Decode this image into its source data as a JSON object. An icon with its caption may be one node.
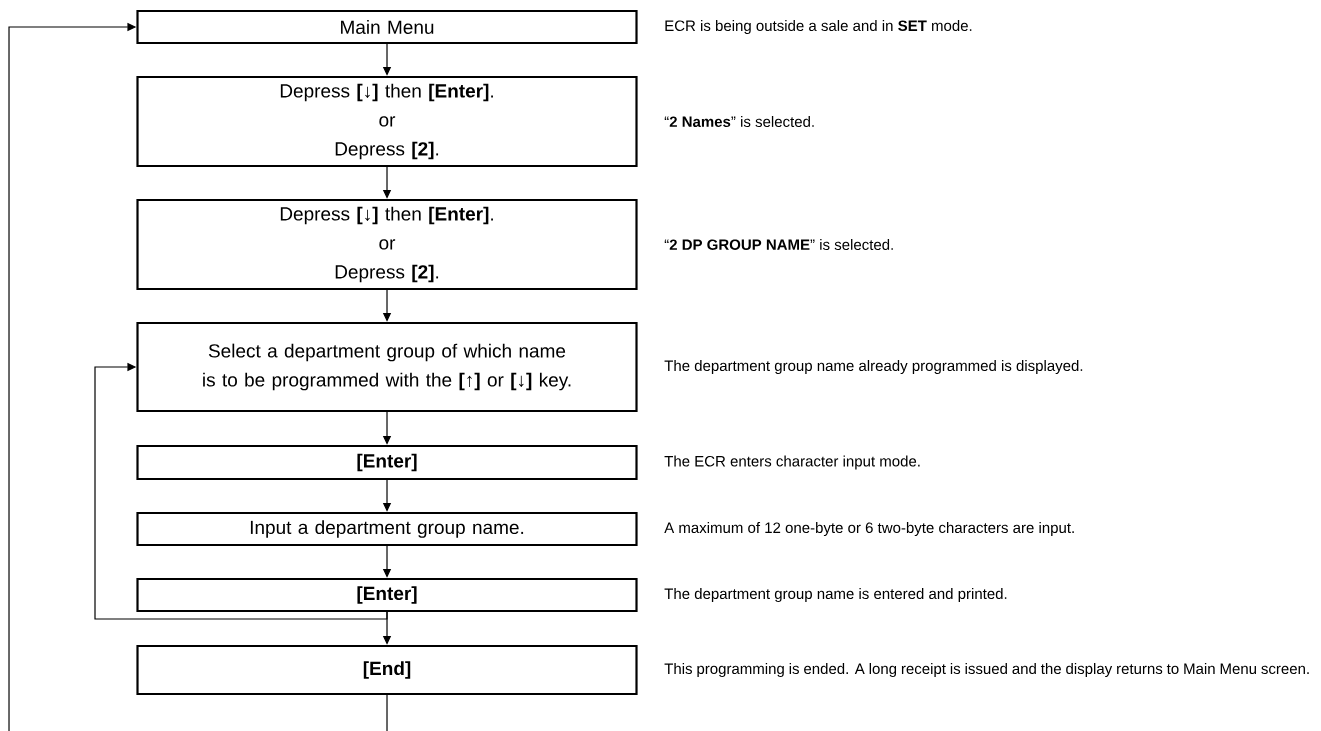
{
  "diagram": {
    "nodes": [
      {
        "text": [
          "Main Menu"
        ],
        "beside": [
          "ECR is being outside a sale and in **SET** mode."
        ]
      },
      {
        "text": [
          "Depress **[↓]** then **[Enter]**.",
          "or",
          "Depress **[2]**."
        ],
        "beside": [
          "“**2 Names**” is selected."
        ]
      },
      {
        "text": [
          "Depress **[↓]** then **[Enter]**.",
          "or",
          "Depress **[2]**."
        ],
        "beside": [
          "“**2 DP GROUP NAME**” is selected."
        ]
      },
      {
        "text": [
          "Select a department group of which name is to be programmed with the **[↑]** or **[↓]** key."
        ],
        "beside": [
          "The department group name already programmed is displayed."
        ]
      },
      {
        "text": [
          "[Enter]"
        ],
        "beside": [
          "The ECR enters character input mode."
        ]
      },
      {
        "text": [
          "Input a department group name."
        ],
        "beside": [
          "A maximum of 12 one-byte or 6 two-byte characters are input."
        ]
      },
      {
        "text": [
          "[Enter]"
        ],
        "beside": [
          "The department group name is entered and printed."
        ]
      },
      {
        "text": [
          "[End]"
        ],
        "beside": [
          "This programming is ended.  A long receipt is issued and the display returns to Main Menu screen."
        ]
      }
    ],
    "edges": [
      {
        "from": 0,
        "to": 1,
        "arrow": "to"
      },
      {
        "from": 1,
        "to": 2,
        "arrow": "to"
      },
      {
        "from": 2,
        "to": 3,
        "arrow": "to"
      },
      {
        "from": 3,
        "to": 4,
        "arrow": "to"
      },
      {
        "from": 4,
        "to": 5,
        "arrow": "to"
      },
      {
        "from": 5,
        "to": 6,
        "arrow": "to"
      },
      {
        "from": 6,
        "to": 7,
        "arrow": "to"
      },
      {
        "from": 6,
        "to": 3,
        "arrow": "to"
      },
      {
        "from": 7,
        "to": 0,
        "arrow": "to"
      }
    ]
  }
}
